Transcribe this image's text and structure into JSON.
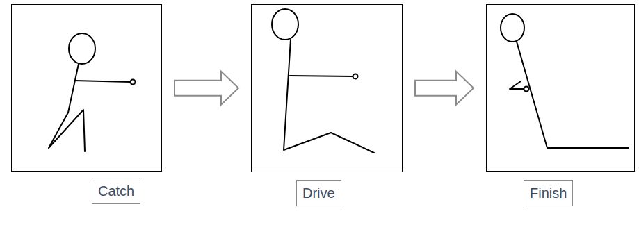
{
  "diagram": {
    "nodes": [
      {
        "text": [
          "Catch"
        ]
      },
      {
        "text": [
          "Drive"
        ]
      },
      {
        "text": [
          "Finish"
        ]
      }
    ],
    "edges": [
      {
        "from": 0,
        "to": 1,
        "arrow": "to"
      },
      {
        "from": 1,
        "to": 2,
        "arrow": "to"
      }
    ]
  }
}
